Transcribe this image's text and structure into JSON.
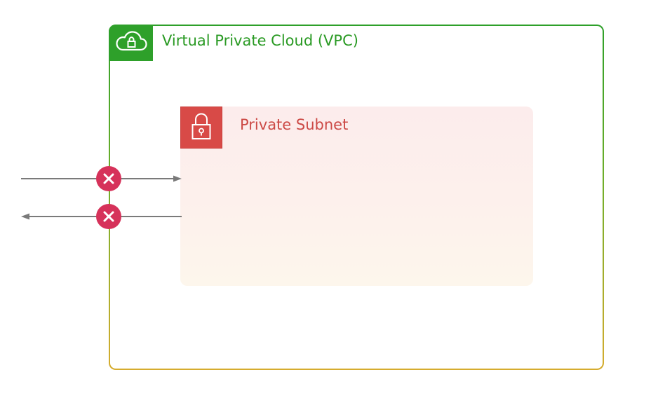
{
  "vpc": {
    "title": "Virtual Private Cloud (VPC)",
    "icon": "cloud-lock-icon",
    "border_color_top": "#2ea02a",
    "border_color_bottom": "#d6ac2e",
    "header_color": "#2ea02a"
  },
  "subnet": {
    "title": "Private Subnet",
    "icon": "padlock-icon",
    "header_color": "#d84a47",
    "fill_color": "#fcecec"
  },
  "flows": [
    {
      "direction": "inbound",
      "blocked": true,
      "icon": "blocked-x-icon"
    },
    {
      "direction": "outbound",
      "blocked": true,
      "icon": "blocked-x-icon"
    }
  ],
  "colors": {
    "arrow": "#7a7a7a",
    "blocked_marker": "#d6325a"
  }
}
